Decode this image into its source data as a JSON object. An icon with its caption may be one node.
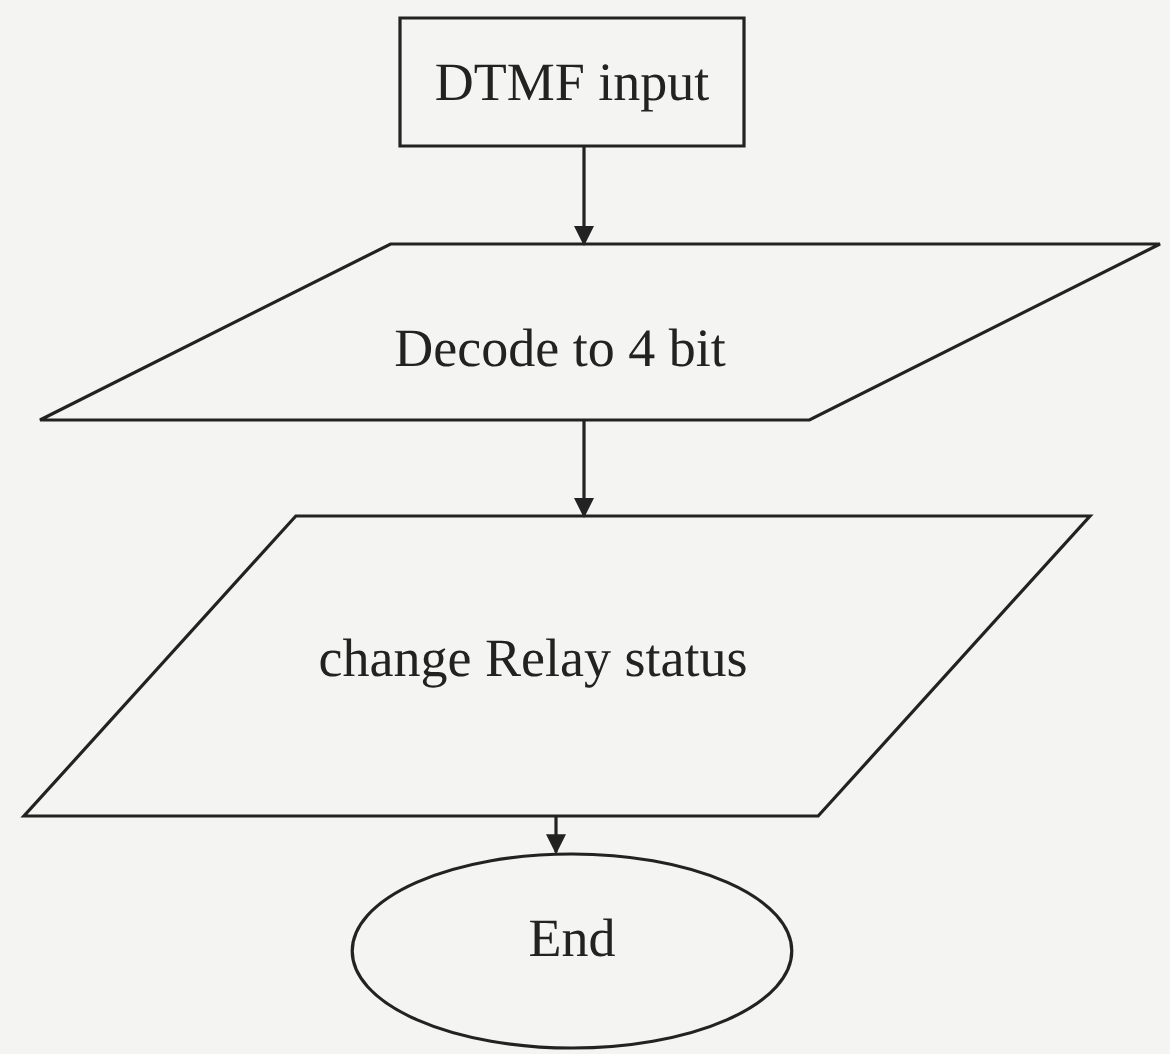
{
  "diagram": {
    "nodes": [
      {
        "text": [
          "DTMF input"
        ]
      },
      {
        "text": [
          "Decode to 4 bit"
        ]
      },
      {
        "text": [
          "change Relay status"
        ]
      },
      {
        "text": [
          "End"
        ]
      }
    ],
    "edges": [
      {
        "from": 0,
        "to": 1,
        "arrow": "to"
      },
      {
        "from": 1,
        "to": 2,
        "arrow": "to"
      },
      {
        "from": 2,
        "to": 3,
        "arrow": "to"
      }
    ]
  }
}
